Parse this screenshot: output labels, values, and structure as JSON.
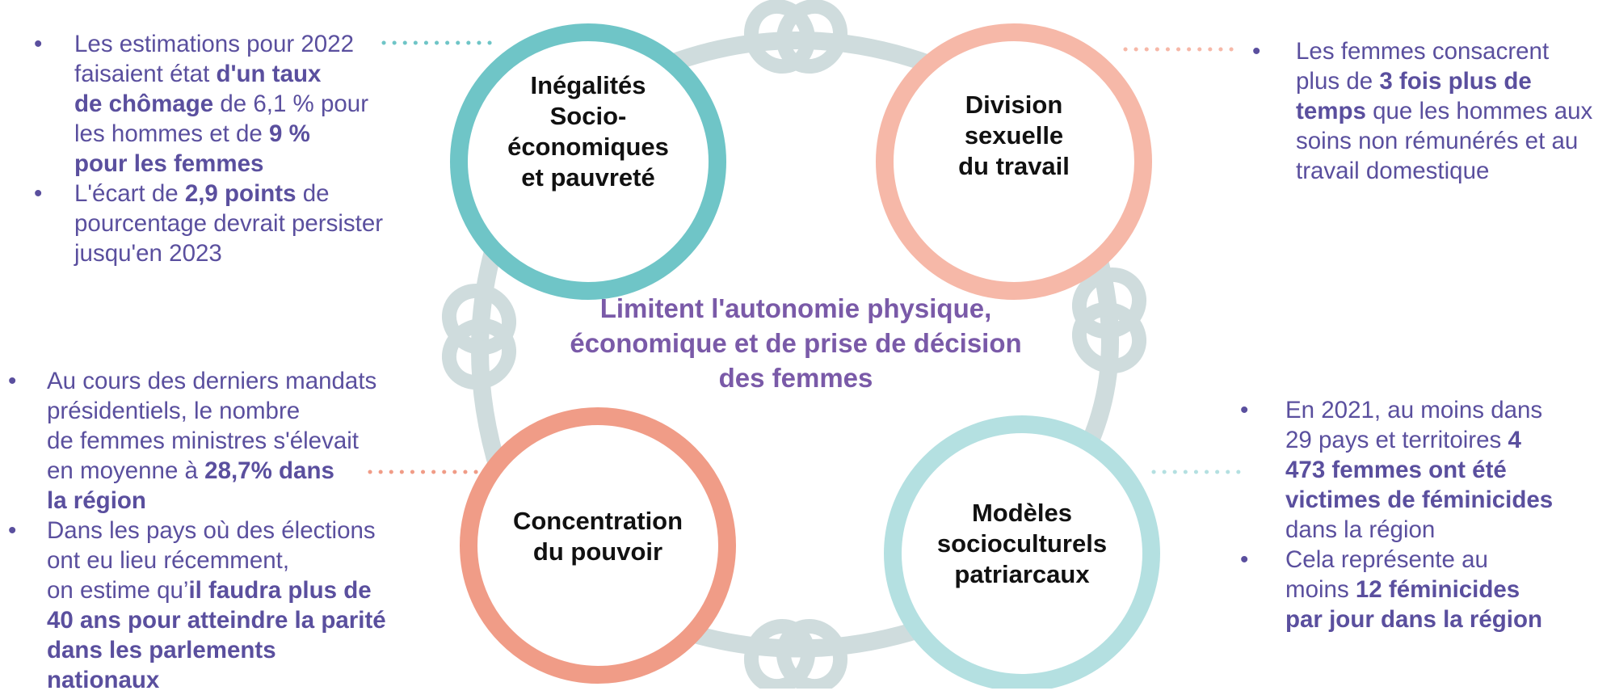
{
  "colors": {
    "teal": "#6fc5c7",
    "peach": "#f6b8a8",
    "salmon": "#f09c87",
    "light_teal": "#b4e0e1",
    "chain": "#cfdcdd",
    "text_purple": "#5a4f9e",
    "center_purple": "#7a5aa8"
  },
  "center": {
    "line1": "Limitent l'autonomie physique,",
    "line2": "économique et de prise de décision",
    "line3": "des femmes"
  },
  "circles": {
    "top_left": {
      "lines": [
        "Inégalités",
        "Socio-",
        "économiques",
        "et pauvreté"
      ],
      "color": "teal"
    },
    "top_right": {
      "lines": [
        "Division",
        "sexuelle",
        "du travail"
      ],
      "color": "peach"
    },
    "bottom_left": {
      "lines": [
        "Concentration",
        "du pouvoir"
      ],
      "color": "salmon"
    },
    "bottom_right": {
      "lines": [
        "Modèles",
        "socioculturels",
        "patriarcaux"
      ],
      "color": "light_teal"
    }
  },
  "text_top_left": {
    "b1_t1": "Les estimations pour 2022 ",
    "b1_t2": "faisaient état ",
    "b1_t3": "d'un taux",
    "b1_t4": "de chômage",
    "b1_t5": " de 6,1 % pour",
    "b1_t6": "les hommes et de ",
    "b1_t7": "9 %",
    "b1_t8": "pour les femmes",
    "b2_t1": "L'écart de ",
    "b2_t2": "2,9 points",
    "b2_t3": " de",
    "b2_t4": "pourcentage devrait persister",
    "b2_t5": "jusqu'en 2023"
  },
  "text_top_right": {
    "b1_t1": "Les femmes consacrent",
    "b1_t2": "plus de ",
    "b1_t3": "3 fois plus de",
    "b1_t4": "temps",
    "b1_t5": " que les hommes aux",
    "b1_t6": "soins non rémunérés et au",
    "b1_t7": "travail domestique"
  },
  "text_bottom_left": {
    "b1_t1": "Au cours des derniers mandats",
    "b1_t2": "présidentiels, le nombre",
    "b1_t3": "de femmes ministres s'élevait",
    "b1_t4": "en moyenne à ",
    "b1_t5": "28,7% dans",
    "b1_t6": "la région",
    "b2_t1": "Dans les pays où des élections",
    "b2_t2": "ont eu lieu récemment,",
    "b2_t3": "on estime qu’",
    "b2_t4": "il faudra plus de",
    "b2_t5": "40 ans pour atteindre la parité",
    "b2_t6": "dans les parlements",
    "b2_t7": "nationaux"
  },
  "text_bottom_right": {
    "b1_t1": "En 2021, au moins dans",
    "b1_t2": "29 pays et territoires ",
    "b1_t3": "4",
    "b1_t4": "473 femmes ont été",
    "b1_t5": "victimes de féminicides",
    "b1_t6": "dans la région",
    "b2_t1": "Cela représente au",
    "b2_t2": "moins ",
    "b2_t3": "12 féminicides",
    "b2_t4": "par jour dans la région"
  }
}
